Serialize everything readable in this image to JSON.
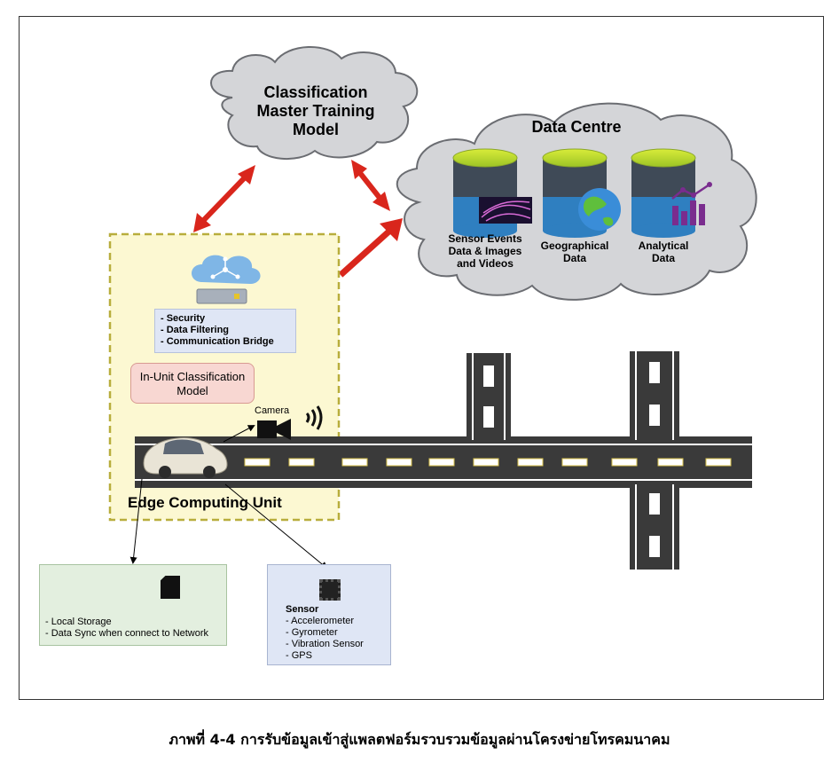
{
  "cloud_master": {
    "title": "Classification Master Training Model"
  },
  "data_centre": {
    "title": "Data Centre",
    "stores": [
      {
        "label": "Sensor Events Data & Images and Videos",
        "icon": "fiber-optic-image"
      },
      {
        "label": "Geographical Data",
        "icon": "globe-icon"
      },
      {
        "label": "Analytical Data",
        "icon": "bar-chart-icon"
      }
    ]
  },
  "edge_unit": {
    "title": "Edge Computing Unit",
    "server_features": [
      "- Security",
      "- Data Filtering",
      "- Communication Bridge"
    ],
    "classifier": "In-Unit Classification Model",
    "camera_label": "Camera"
  },
  "local_storage": {
    "items": [
      "- Local Storage",
      "- Data Sync when connect to Network"
    ]
  },
  "sensor_box": {
    "title": "Sensor",
    "items": [
      "- Accelerometer",
      "- Gyrometer",
      "- Vibration Sensor",
      "- GPS"
    ]
  },
  "caption": "ภาพที่ 4-4 การรับข้อมูลเข้าสู่แพลตฟอร์มรวบรวมข้อมูลผ่านโครงข่ายโทรคมนาคม",
  "colors": {
    "edge_fill": "#fcf8d2",
    "edge_border": "#b8ad3c",
    "storage_fill": "#e3efdf",
    "sensor_fill": "#dfe6f5",
    "arrow_red": "#d9261c",
    "cloud_fill": "#d4d5d8"
  }
}
